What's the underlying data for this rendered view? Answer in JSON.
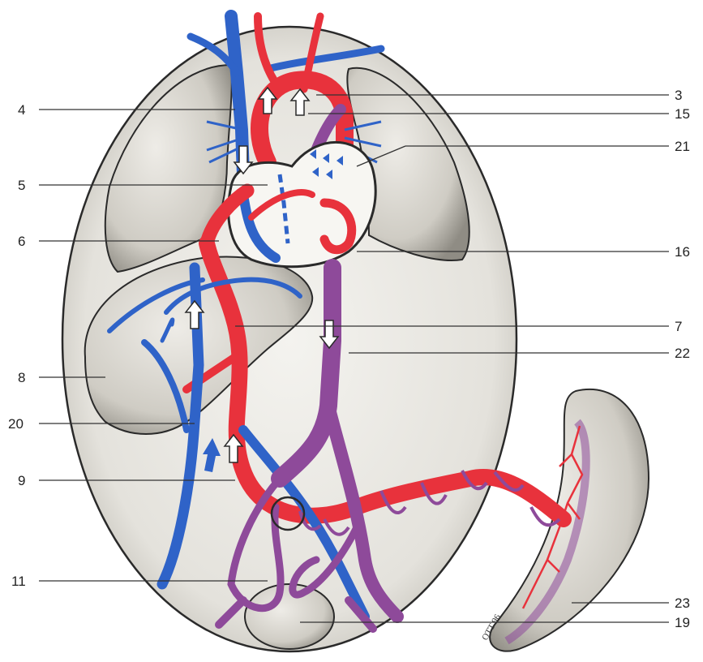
{
  "labels": {
    "l3": "3",
    "l4": "4",
    "l5": "5",
    "l6": "6",
    "l7": "7",
    "l8": "8",
    "l9": "9",
    "l11": "11",
    "l15": "15",
    "l16": "16",
    "l19": "19",
    "l20": "20",
    "l21": "21",
    "l22": "22",
    "l23": "23"
  },
  "signature": "OTT 96",
  "colors": {
    "oxygenated": "#e8323c",
    "deoxygenated": "#2f63c8",
    "mixed": "#8e4a9a",
    "organ_fill": "#d6d3cc",
    "outline": "#2a2a2a"
  }
}
